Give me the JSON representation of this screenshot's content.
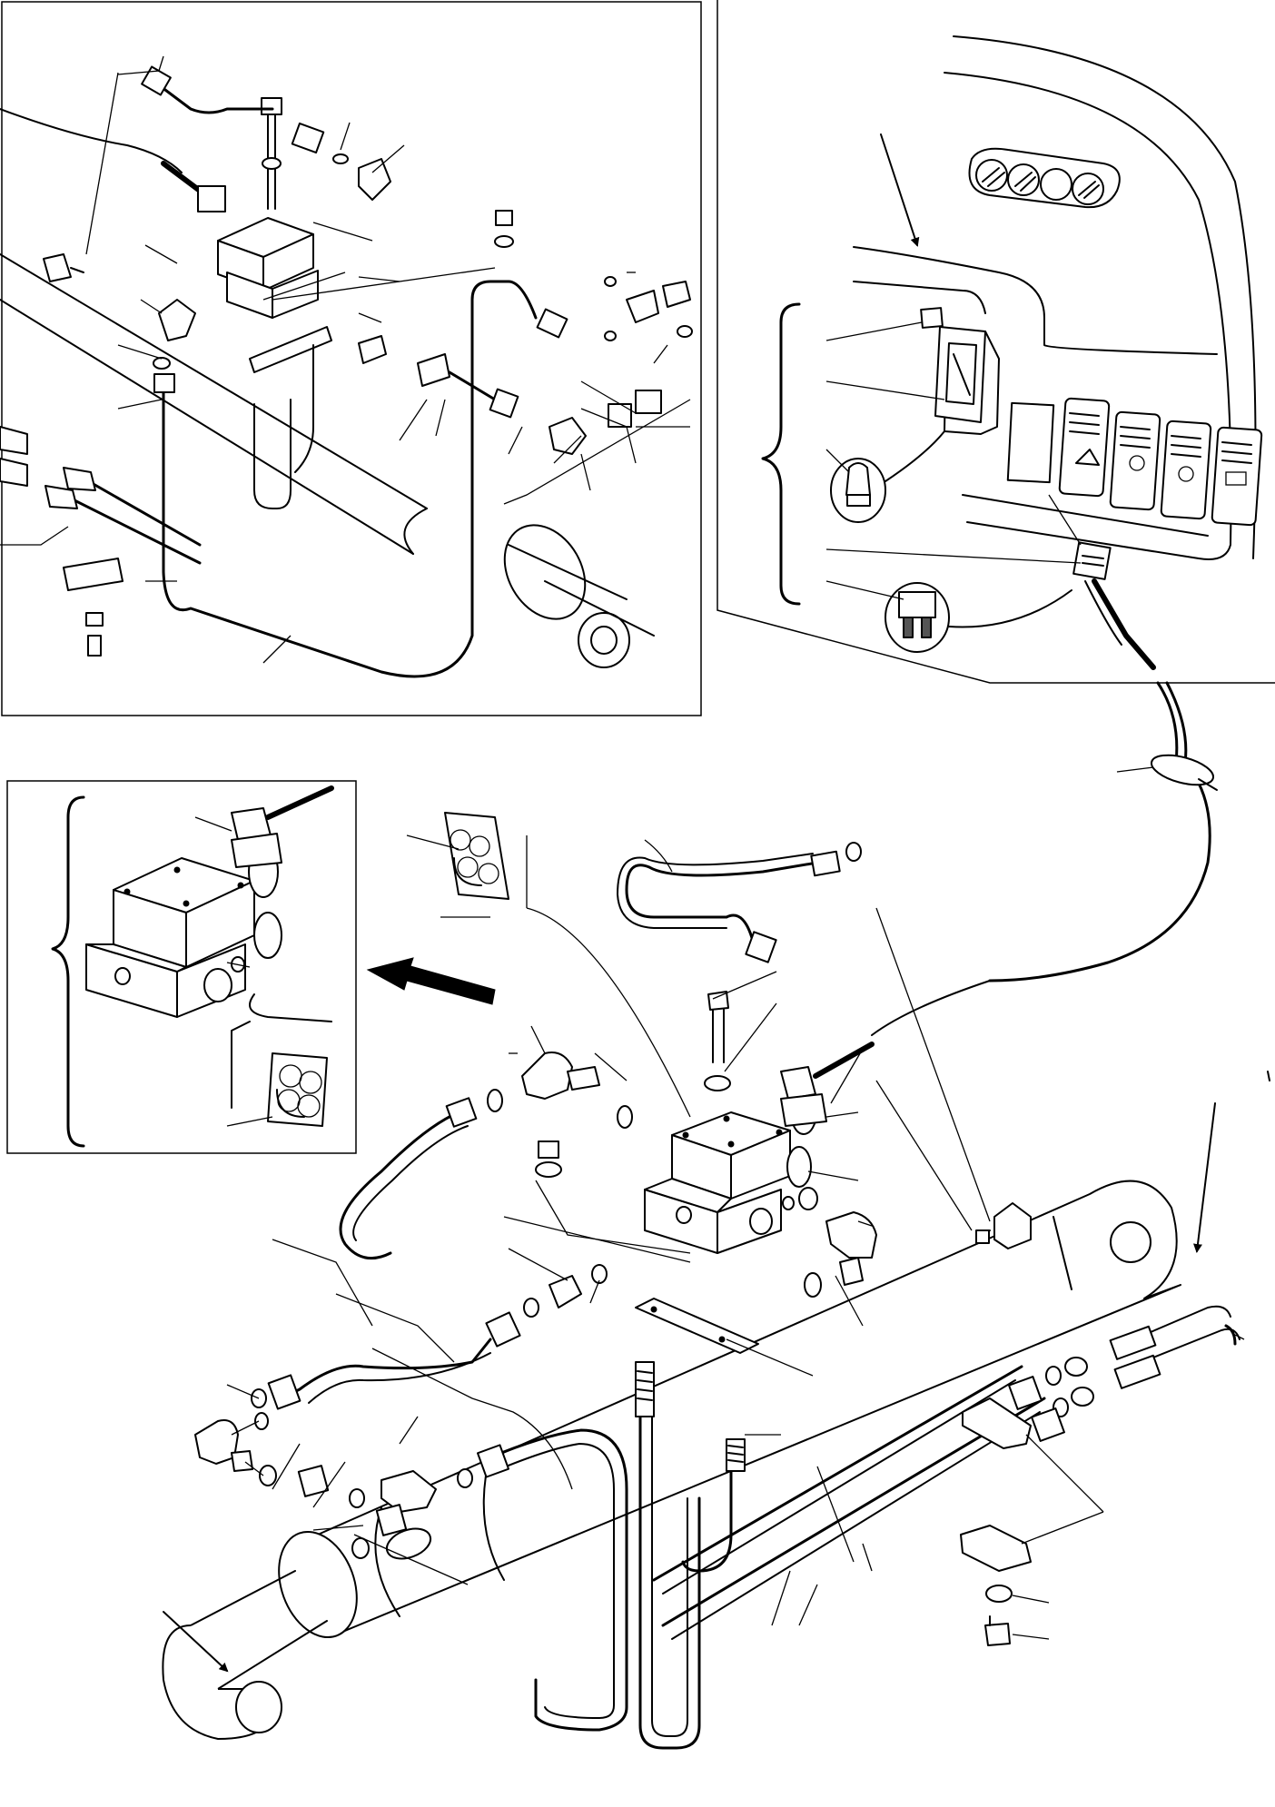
{
  "diagram": {
    "title": "",
    "panels": [
      "upper-left-installation-detail",
      "upper-right-cab-switch-panel",
      "left-valve-block-detail",
      "main-boom-cylinder-assembly"
    ],
    "callout_labels": [],
    "colors": {
      "line": "#000000",
      "background": "#ffffff",
      "shade": "#d8d8d8"
    },
    "icons": [
      "valve-block",
      "solenoid-connector",
      "switch",
      "bulb",
      "fuse",
      "electrical-connector",
      "cable-grommet",
      "seal-kit",
      "hydraulic-cylinder",
      "hose",
      "elbow-fitting",
      "tee-fitting",
      "u-bolt",
      "clamp",
      "bolt",
      "washer",
      "nut",
      "o-ring",
      "direction-arrow"
    ]
  }
}
